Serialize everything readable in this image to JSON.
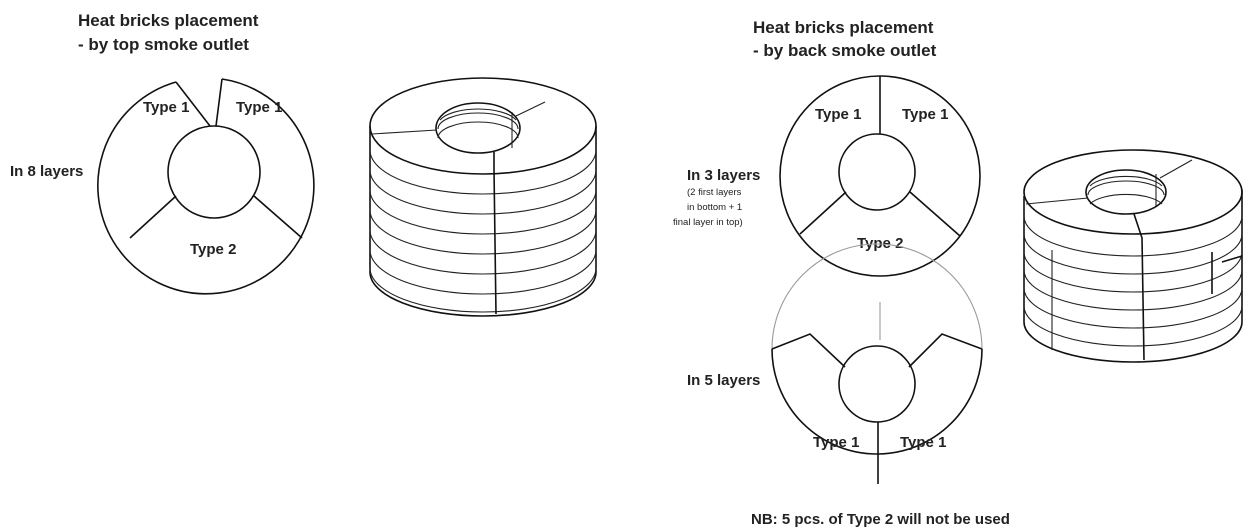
{
  "left": {
    "heading_line1": "Heat bricks placement",
    "heading_line2": "- by top smoke outlet",
    "layers_label": "In 8 layers",
    "ring_labels": [
      "Type 1",
      "Type 1",
      "Type 2"
    ]
  },
  "right": {
    "heading_line1": "Heat bricks placement",
    "heading_line2": "- by back smoke outlet",
    "upper": {
      "layers_label": "In 3 layers",
      "note_lines": [
        "(2 first layers",
        "in bottom + 1",
        "final layer in top)"
      ],
      "ring_labels": [
        "Type 1",
        "Type 1",
        "Type 2"
      ]
    },
    "lower": {
      "layers_label": "In 5 layers",
      "ring_labels": [
        "Type 1",
        "Type 1"
      ]
    },
    "footnote": "NB: 5 pcs. of Type 2 will not be used"
  }
}
